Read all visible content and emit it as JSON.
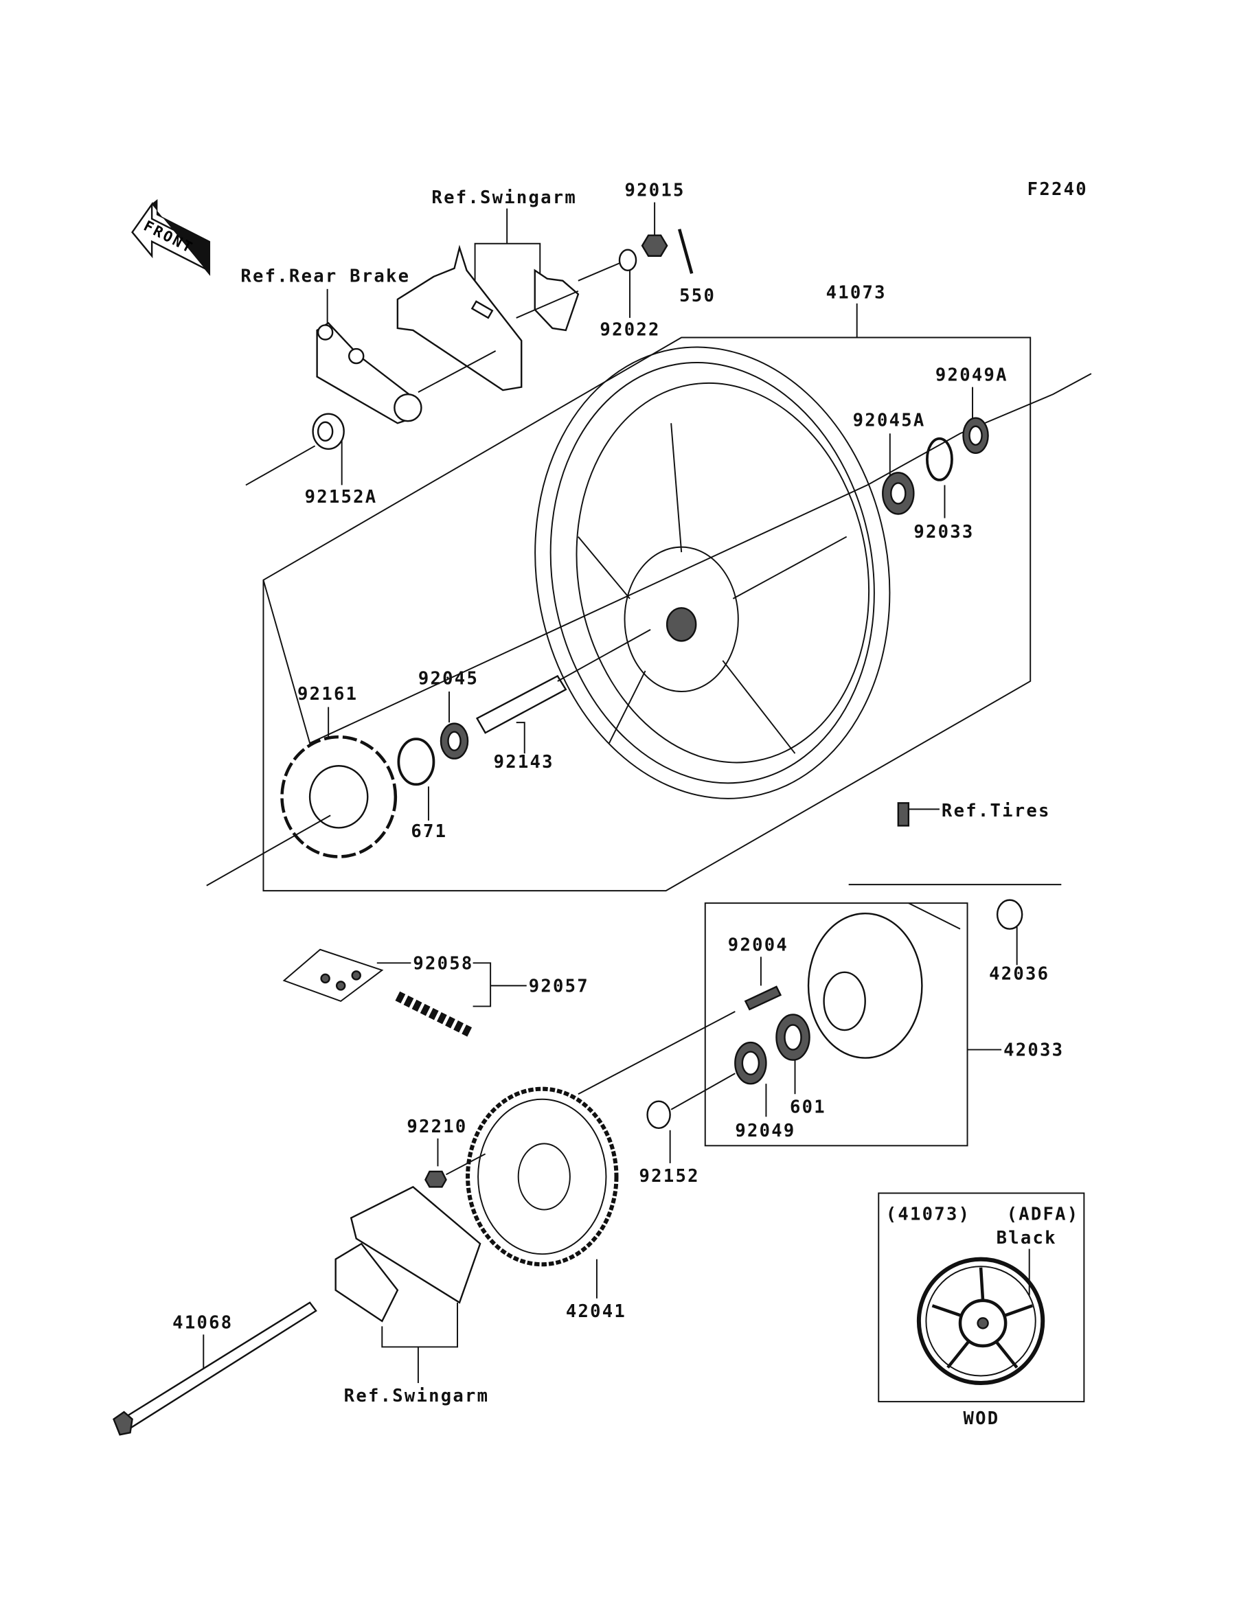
{
  "diagram_id": "F2240",
  "front_arrow": "FRONT",
  "labels": {
    "ref_swingarm_top": "Ref.Swingarm",
    "ref_rear_brake": "Ref.Rear Brake",
    "p92015": "92015",
    "p550": "550",
    "p92022": "92022",
    "p41073": "41073",
    "p92049A": "92049A",
    "p92045A": "92045A",
    "p92033": "92033",
    "p92152A": "92152A",
    "p92161": "92161",
    "p92045": "92045",
    "p92143": "92143",
    "p671": "671",
    "ref_tires": "Ref.Tires",
    "p92004": "92004",
    "p92058": "92058",
    "p92057": "92057",
    "p42036": "42036",
    "p42033": "42033",
    "p601": "601",
    "p92049": "92049",
    "p92210": "92210",
    "p92152": "92152",
    "p42041": "42041",
    "p41068": "41068",
    "ref_swingarm_bottom": "Ref.Swingarm"
  },
  "inset": {
    "part": "(41073)",
    "code": "(ADFA)",
    "color": "Black",
    "caption": "WOD"
  }
}
